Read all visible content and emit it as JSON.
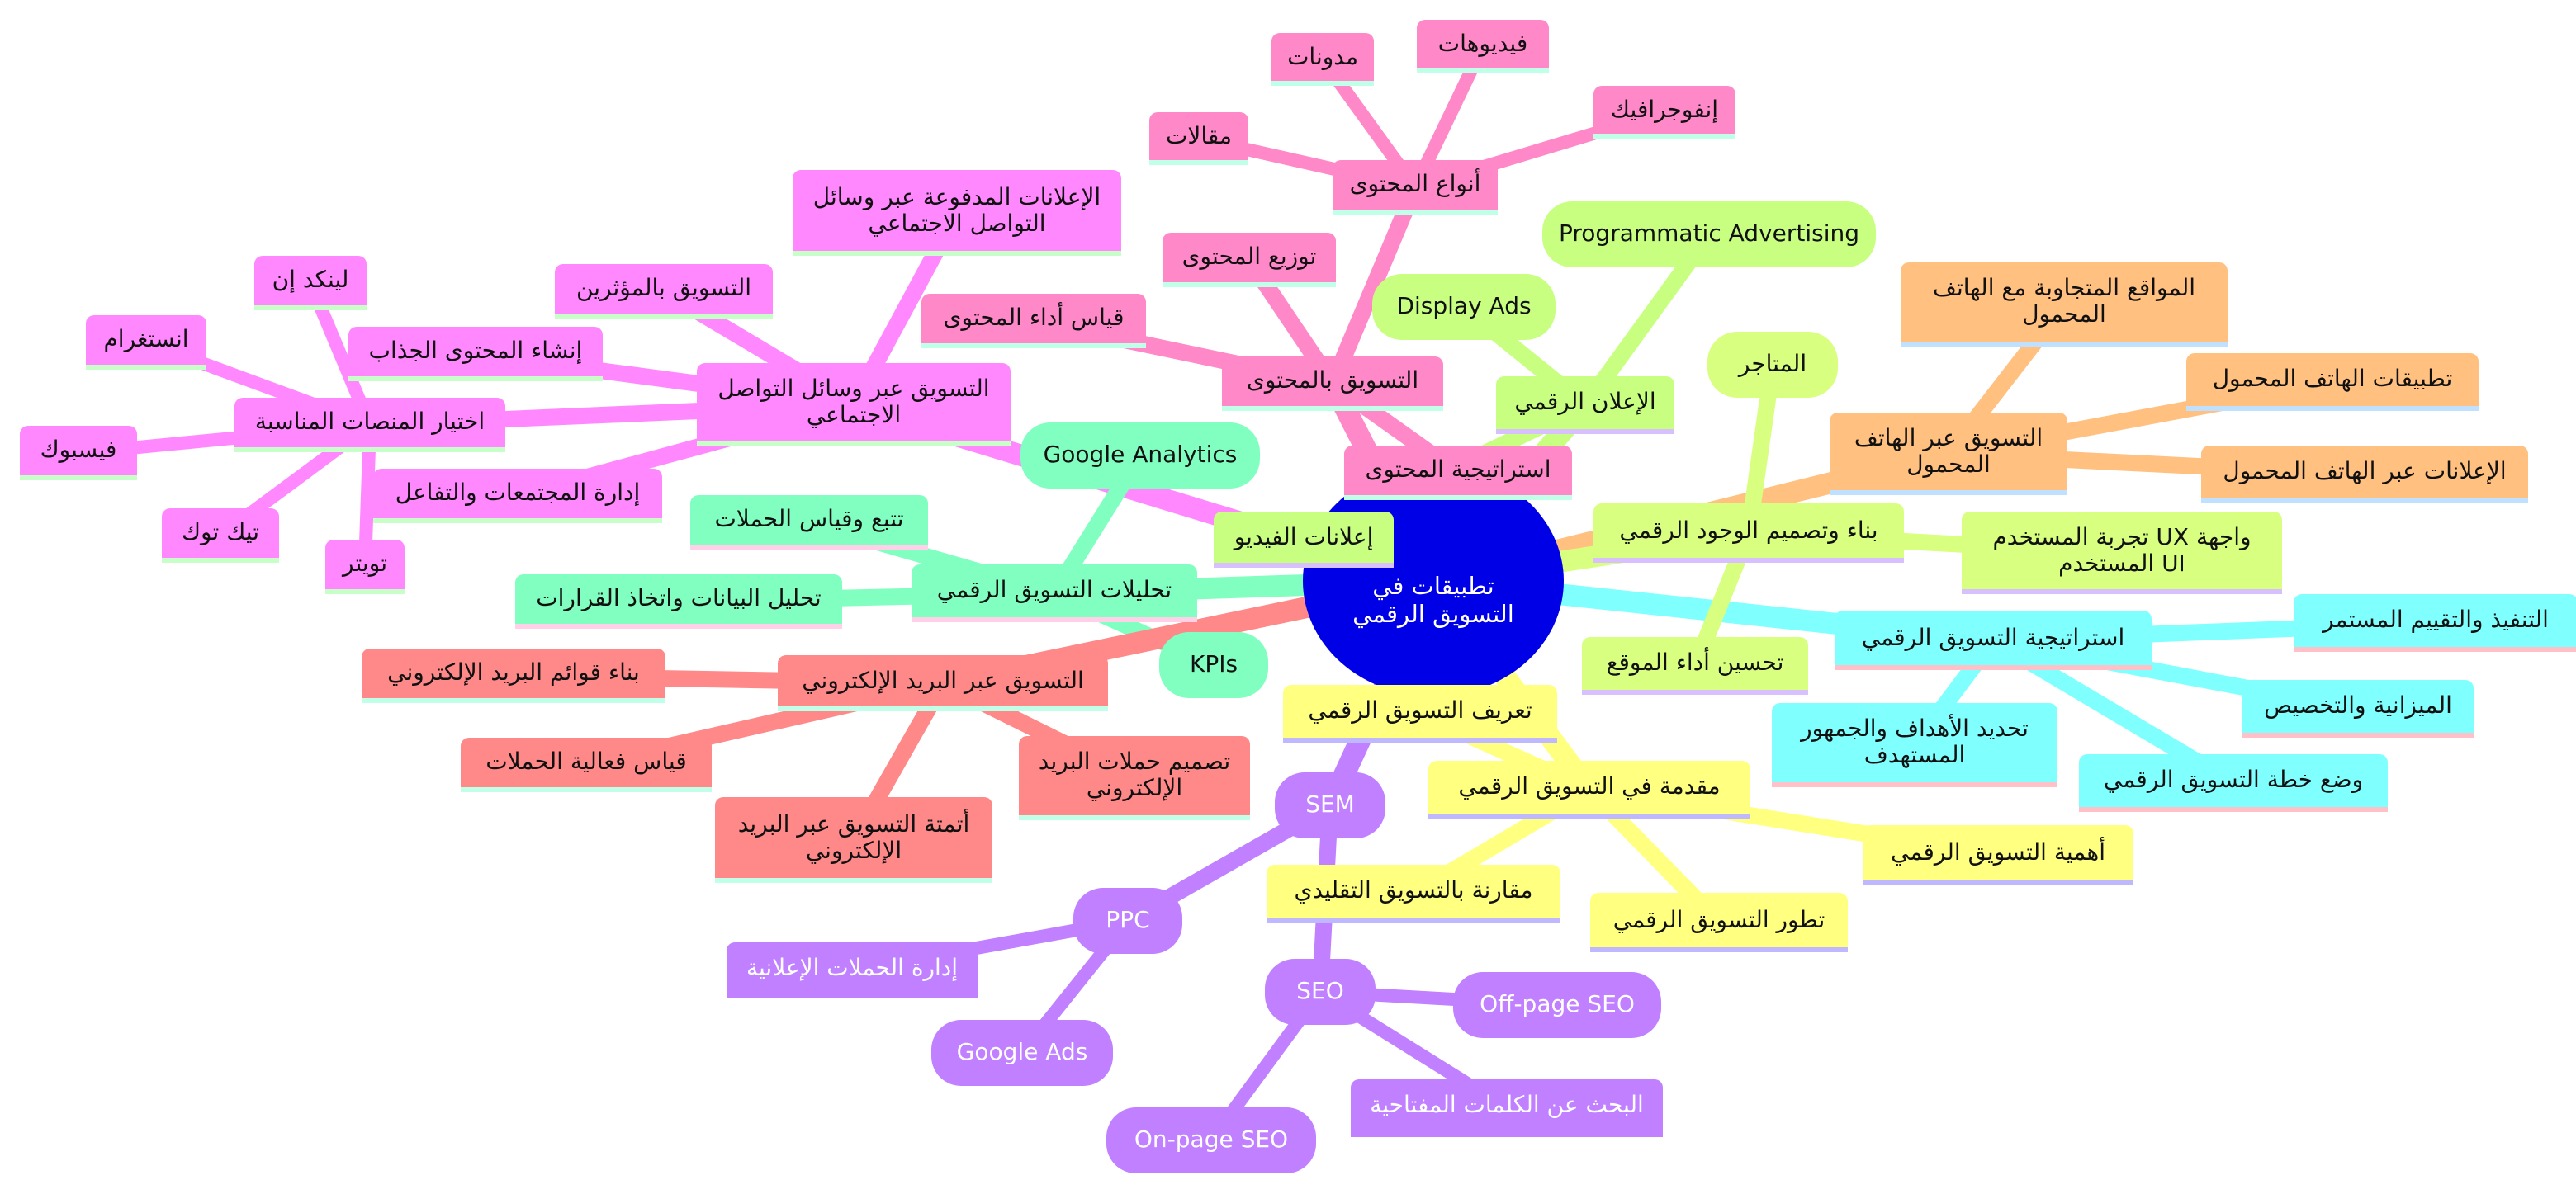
{
  "root": {
    "label": "تطبيقات في التسويق الرقمي",
    "color": "#0000e6"
  },
  "branches": [
    {
      "label": "التسويق بالمحتوى",
      "color": "#ff88c8",
      "underline": "#c0ffe8",
      "children": [
        {
          "label": "أنواع المحتوى",
          "children": [
            {
              "label": "مقالات"
            },
            {
              "label": "مدونات"
            },
            {
              "label": "فيديوهات"
            },
            {
              "label": "إنفوجرافيك"
            }
          ]
        },
        {
          "label": "توزيع المحتوى"
        },
        {
          "label": "قياس أداء المحتوى"
        },
        {
          "label": "استراتيجية المحتوى"
        }
      ]
    },
    {
      "label": "التسويق عبر وسائل التواصل الاجتماعي",
      "color": "#ff88ff",
      "underline": "#c8ffc8",
      "children": [
        {
          "label": "الإعلانات المدفوعة عبر وسائل التواصل الاجتماعي"
        },
        {
          "label": "التسويق بالمؤثرين"
        },
        {
          "label": "اختيار المنصات المناسبة",
          "children": [
            {
              "label": "لينكد إن"
            },
            {
              "label": "انستغرام"
            },
            {
              "label": "فيسبوك"
            },
            {
              "label": "تيك توك"
            },
            {
              "label": "تويتر"
            }
          ]
        },
        {
          "label": "إنشاء المحتوى الجذاب"
        },
        {
          "label": "إدارة المجتمعات والتفاعل"
        }
      ]
    },
    {
      "label": "تحليلات التسويق الرقمي",
      "color": "#80ffc0",
      "underline": "#ffd0e8",
      "children": [
        {
          "label": "Google Analytics"
        },
        {
          "label": "تتبع وقياس الحملات"
        },
        {
          "label": "تحليل البيانات واتخاذ القرارات"
        },
        {
          "label": "KPIs"
        }
      ]
    },
    {
      "label": "التسويق عبر البريد الإلكتروني",
      "color": "#ff8888",
      "underline": "#c0ffe8",
      "children": [
        {
          "label": "بناء قوائم البريد الإلكتروني"
        },
        {
          "label": "قياس فعالية الحملات"
        },
        {
          "label": "أتمتة التسويق عبر البريد الإلكتروني"
        },
        {
          "label": "تصميم حملات البريد الإلكتروني"
        }
      ]
    },
    {
      "label": "مقدمة في التسويق الرقمي",
      "color": "#ffff80",
      "underline": "#c0b8ff",
      "children": [
        {
          "label": "تعريف التسويق الرقمي"
        },
        {
          "label": "أهمية التسويق الرقمي"
        },
        {
          "label": "تطور التسويق الرقمي"
        },
        {
          "label": "مقارنة بالتسويق التقليدي"
        }
      ]
    },
    {
      "label": "SEM",
      "color": "#c080ff",
      "underline": "#c080ff",
      "children": [
        {
          "label": "PPC",
          "children": [
            {
              "label": "إدارة الحملات الإعلانية"
            },
            {
              "label": "Google Ads"
            }
          ]
        },
        {
          "label": "SEO",
          "children": [
            {
              "label": "Off-page SEO"
            },
            {
              "label": "البحث عن الكلمات المفتاحية"
            },
            {
              "label": "On-page SEO"
            }
          ]
        }
      ]
    },
    {
      "label": "استراتيجية التسويق الرقمي",
      "color": "#80ffff",
      "underline": "#ffc0c8",
      "children": [
        {
          "label": "التنفيذ والتقييم المستمر"
        },
        {
          "label": "الميزانية والتخصيص"
        },
        {
          "label": "وضع خطة التسويق الرقمي"
        },
        {
          "label": "تحديد الأهداف والجمهور المستهدف"
        }
      ]
    },
    {
      "label": "بناء وتصميم الوجود الرقمي",
      "color": "#d8ff80",
      "underline": "#d8c0ff",
      "children": [
        {
          "label": "المتاجر"
        },
        {
          "label": "واجهة UX تجربة المستخدم UI المستخدم"
        },
        {
          "label": "تحسين أداء الموقع"
        }
      ]
    },
    {
      "label": "التسويق عبر الهاتف المحمول",
      "color": "#ffc080",
      "underline": "#c0e0ff",
      "children": [
        {
          "label": "المواقع المتجاوبة مع الهاتف المحمول"
        },
        {
          "label": "تطبيقات الهاتف المحمول"
        },
        {
          "label": "الإعلانات عبر الهاتف المحمول"
        }
      ]
    },
    {
      "label": "الإعلان الرقمي",
      "color": "#c8ff80",
      "underline": "#d8c0ff",
      "children": [
        {
          "label": "Display Ads"
        },
        {
          "label": "Programmatic Advertising"
        },
        {
          "label": "إعلانات الفيديو"
        }
      ]
    }
  ]
}
